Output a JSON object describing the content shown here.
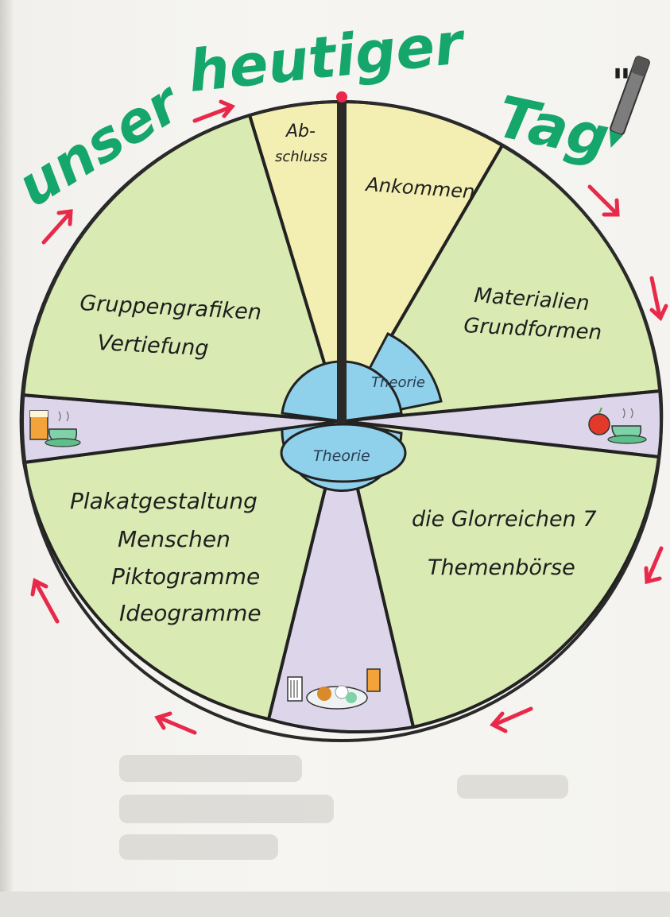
{
  "title": {
    "word1": "unser",
    "word2": "heutiger",
    "word3": "Tag",
    "quote_mark": "\""
  },
  "segments": {
    "abschluss_line1": "Ab-",
    "abschluss_line2": "schluss",
    "ankommen": "Ankommen",
    "materialien_line1": "Materialien",
    "materialien_line2": "Grundformen",
    "glorreichen_line1": "die Glorreichen 7",
    "glorreichen_line2": "Themenbörse",
    "plakat_line1": "Plakatgestaltung",
    "plakat_line2": "Menschen",
    "plakat_line3": "Piktogramme",
    "plakat_line4": "Ideogramme",
    "gruppen_line1": "Gruppengrafiken",
    "gruppen_line2": "Vertiefung"
  },
  "center": {
    "theorie_upper": "Theorie",
    "theorie_lower": "Theorie"
  },
  "icons": [
    "drink-break-icon",
    "apple-coffee-icon",
    "lunch-plate-icon",
    "marker-pen-icon"
  ],
  "colors": {
    "green_fill": "#d9ebb3",
    "yellow_fill": "#f3eeb2",
    "lavender_fill": "#ddd6ea",
    "blue_fill": "#8fd0ea",
    "title_green": "#14a66b",
    "arrow_red": "#e8294a"
  }
}
